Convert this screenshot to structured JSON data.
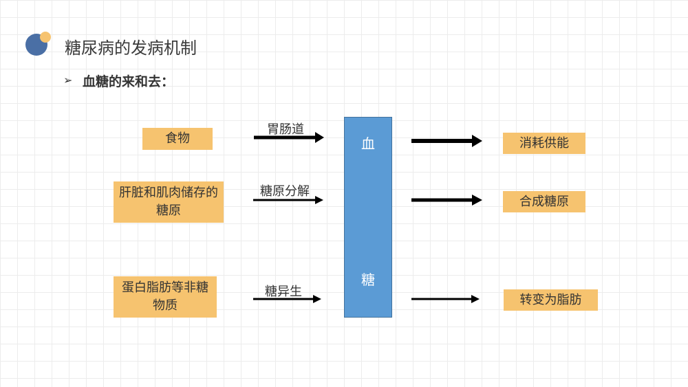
{
  "header": {
    "title": "糖尿病的发病机制",
    "bullet": "➢",
    "subtitle": "血糖的来和去："
  },
  "colors": {
    "source_box": "#f6c36f",
    "center_box": "#5b9bd5",
    "logo_main": "#4a6fa5",
    "logo_accent": "#f6c36f",
    "arrow": "#000000"
  },
  "sources": [
    {
      "label": "食物",
      "via": "胃肠道"
    },
    {
      "label": "肝脏和肌肉储存的糖原",
      "via": "糖原分解"
    },
    {
      "label": "蛋白脂肪等非糖物质",
      "via": "糖异生"
    }
  ],
  "center": {
    "top_char": "血",
    "bottom_char": "糖"
  },
  "outputs": [
    {
      "label": "消耗供能"
    },
    {
      "label": "合成糖原"
    },
    {
      "label": "转变为脂肪"
    }
  ]
}
